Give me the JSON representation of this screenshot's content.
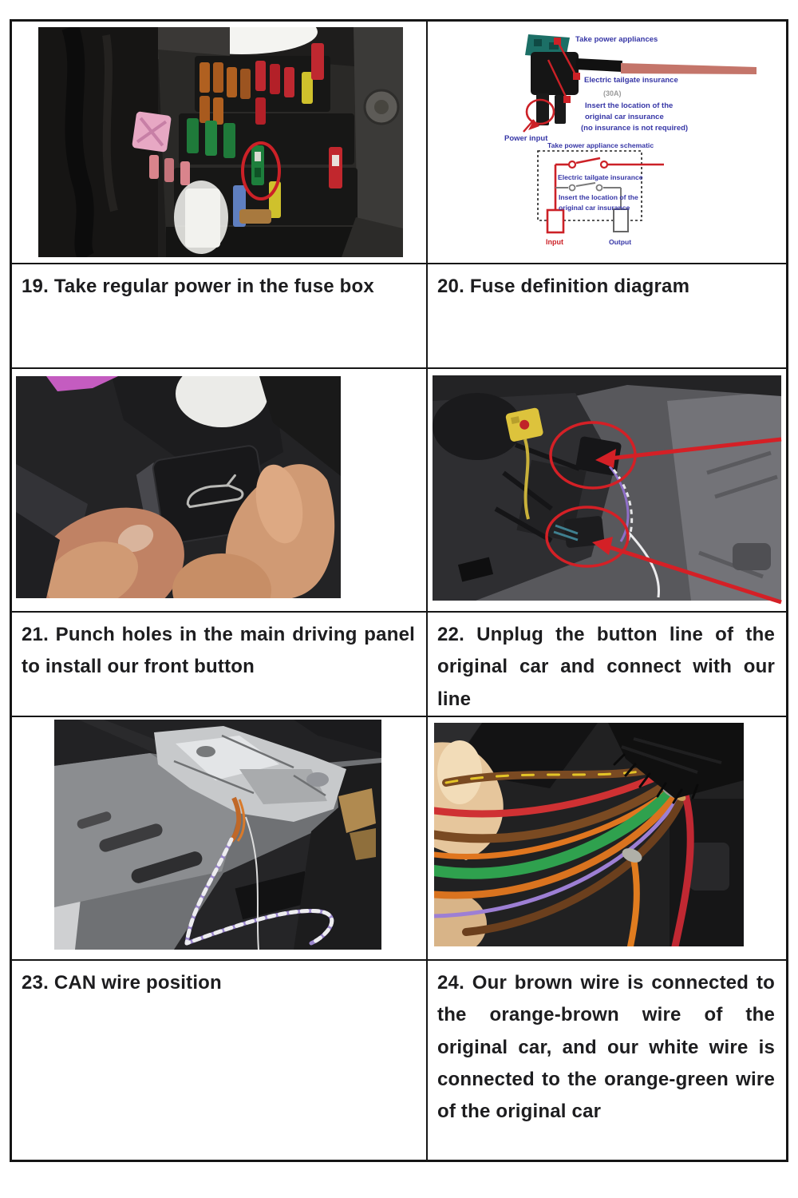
{
  "captions": {
    "c19": "19. Take regular power in the fuse box",
    "c20": "20. Fuse definition diagram",
    "c21": "21. Punch holes in the main driving panel to install our front button",
    "c22": "22. Unplug the button line of the original car and connect with our line",
    "c23": "23. CAN wire position",
    "c24": "24. Our brown wire is connected to the orange-brown wire of the original car, and our white wire is connected to the orange-green wire of the original car"
  },
  "diagram": {
    "labels": {
      "take_power_appliances": "Take power appliances",
      "electric_tailgate": "Electric tailgate insurance",
      "amp_rating": "(30A)",
      "insert_line1": "Insert the location of the",
      "insert_line2": "original car insurance",
      "no_insurance_note": "(no insurance is not required)",
      "power_input": "Power input",
      "schematic_title": "Take power appliance schematic",
      "schematic_fuse": "Electric tailgate insurance",
      "schematic_insert1": "Insert the location of the",
      "schematic_insert2": "original car insurance",
      "input_label": "Input",
      "output_label": "Output"
    }
  },
  "images": {
    "fuse_box_photo": "fuse box with circled green fuse",
    "fuse_tap_diagram": "fuse tap definition diagram",
    "button_photo": "hand holding tailgate button",
    "dash_connector_photo": "under-dash connectors marked with red circles and arrows",
    "can_wire_photo": "CAN wire position under dashboard",
    "harness_photo": "wire harness with orange, green and brown wires"
  },
  "colors": {
    "accent_red": "#cc2127",
    "label_blue": "#3636a6",
    "table_border": "#161616",
    "text": "#1d1d1f"
  }
}
